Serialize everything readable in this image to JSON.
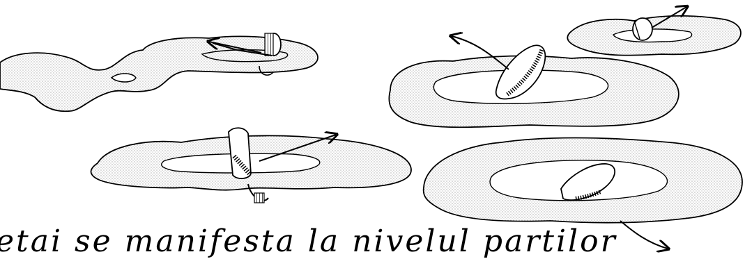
{
  "caption": {
    "text": "etai se manifesta la nivelul partilor"
  },
  "colors": {
    "ink": "#000000",
    "paper": "#ffffff",
    "stipple": "#555555"
  },
  "icons": [
    "puddle-shape",
    "coin-shape",
    "arrow-shape"
  ]
}
